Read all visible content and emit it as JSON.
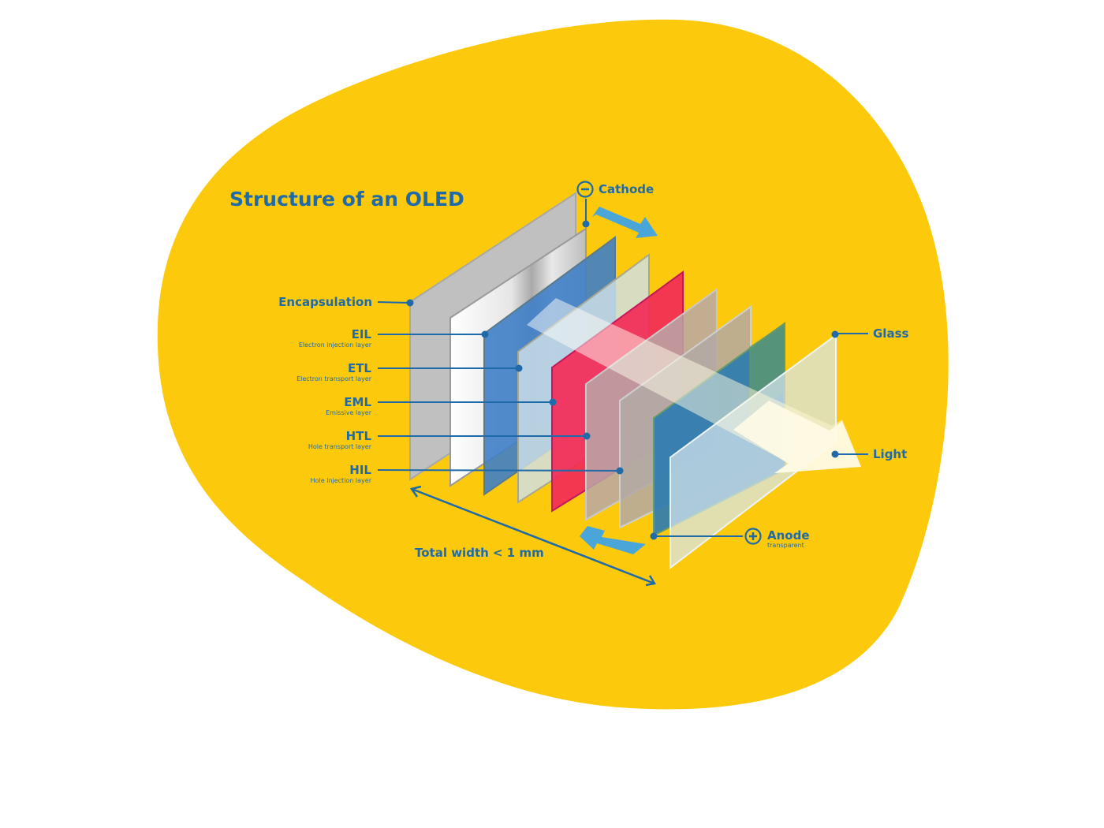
{
  "title": "Structure of an OLED",
  "colors": {
    "blob": "#fcc90c",
    "label": "#1f6aa8",
    "arrow": "#4aa6d8"
  },
  "layers_left": [
    {
      "abbr": "Encapsulation",
      "name": ""
    },
    {
      "abbr": "EIL",
      "name": "Electron injection layer"
    },
    {
      "abbr": "ETL",
      "name": "Electron transport layer"
    },
    {
      "abbr": "EML",
      "name": "Emissive layer"
    },
    {
      "abbr": "HTL",
      "name": "Hole transport layer"
    },
    {
      "abbr": "HIL",
      "name": "Hole injection layer"
    }
  ],
  "cathode": {
    "sign": "minus-icon",
    "label": "Cathode"
  },
  "anode": {
    "sign": "plus-icon",
    "label": "Anode",
    "note": "transparent"
  },
  "glass": {
    "label": "Glass"
  },
  "light": {
    "label": "Light"
  },
  "total_width": "Total width < 1 mm"
}
